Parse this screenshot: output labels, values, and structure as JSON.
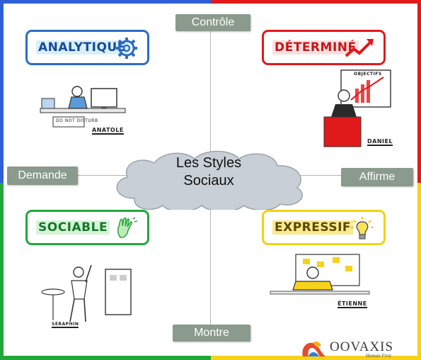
{
  "axes": {
    "top": "Contrôle",
    "bottom": "Montre",
    "left": "Demande",
    "right": "Affirme"
  },
  "center": {
    "line1": "Les Styles",
    "line2": "Sociaux"
  },
  "styles": {
    "analytique": {
      "label": "ANALYTIQUE",
      "icon": "gear-icon",
      "color": "#2b6cc4"
    },
    "determine": {
      "label": "DÉTERMINÉ",
      "icon": "trend-arrow-icon",
      "color": "#e0191b"
    },
    "sociable": {
      "label": "SOCIABLE",
      "icon": "waving-hand-icon",
      "color": "#22a83a"
    },
    "expressif": {
      "label": "EXPRESSIF",
      "icon": "lightbulb-icon",
      "color": "#f2d212"
    }
  },
  "sketches": {
    "analytique": {
      "name": "ANATOLE",
      "sign": "DO NOT DISTURB"
    },
    "determine": {
      "name": "DANIEL",
      "board": "OBJECTIFS"
    },
    "sociable": {
      "name": "SÉRAPHIN"
    },
    "expressif": {
      "name": "ÉTIENNE"
    }
  },
  "logo": {
    "name": "OOVAXIS",
    "tagline": "Human First"
  },
  "colors": {
    "blue": "#2f5fd6",
    "red": "#e21a1a",
    "green": "#22a83a",
    "yellow": "#f6d21a",
    "axis_label_bg": "#8a9a8c"
  }
}
